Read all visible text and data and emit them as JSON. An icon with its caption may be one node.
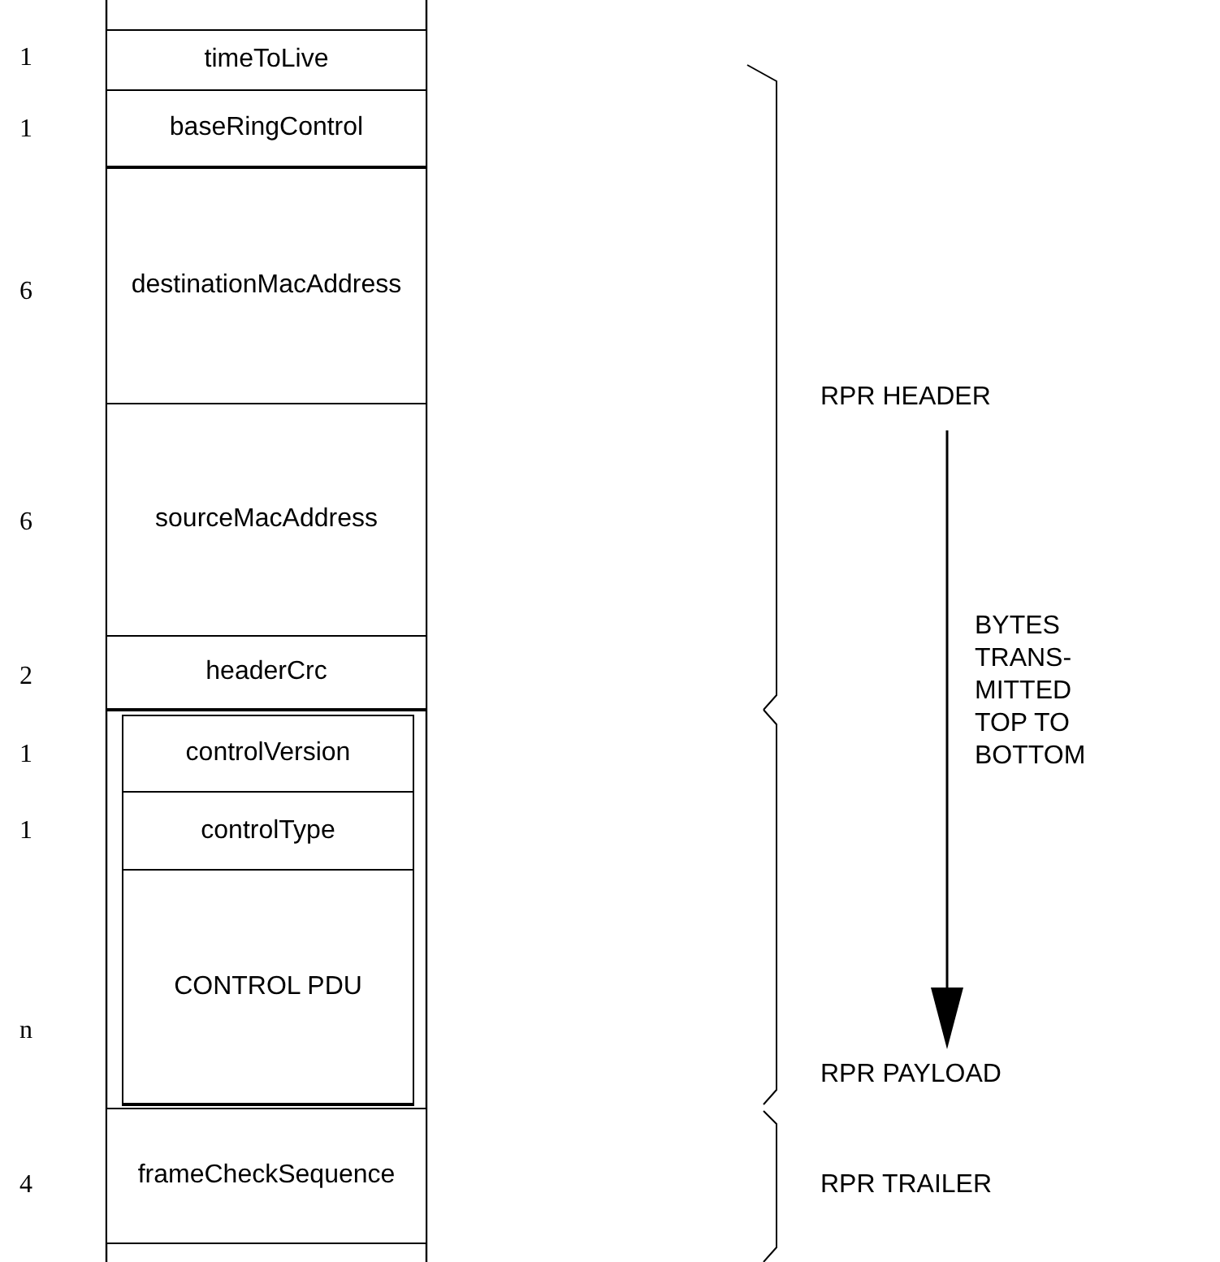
{
  "diagram": {
    "nodes": [
      {
        "text": [
          "timeToLive"
        ],
        "beside": [
          "1"
        ]
      },
      {
        "text": [
          "baseRingControl"
        ],
        "beside": [
          "1"
        ]
      },
      {
        "text": [
          "destinationMacAddress"
        ],
        "beside": [
          "6"
        ]
      },
      {
        "text": [
          "sourceMacAddress"
        ],
        "beside": [
          "6"
        ]
      },
      {
        "text": [
          "headerCrc"
        ],
        "beside": [
          "2"
        ]
      },
      {
        "text": [
          "controlVersion"
        ],
        "beside": [
          "1"
        ]
      },
      {
        "text": [
          "controlType"
        ],
        "beside": [
          "1"
        ]
      },
      {
        "text": [
          "CONTROL PDU"
        ],
        "beside": [
          "n"
        ]
      },
      {
        "text": [
          "frameCheckSequence"
        ],
        "beside": [
          "4"
        ]
      }
    ],
    "labels": [
      "RPR HEADER",
      "BYTES TRANS- MITTED TOP TO BOTTOM",
      "RPR PAYLOAD",
      "RPR TRAILER"
    ]
  }
}
